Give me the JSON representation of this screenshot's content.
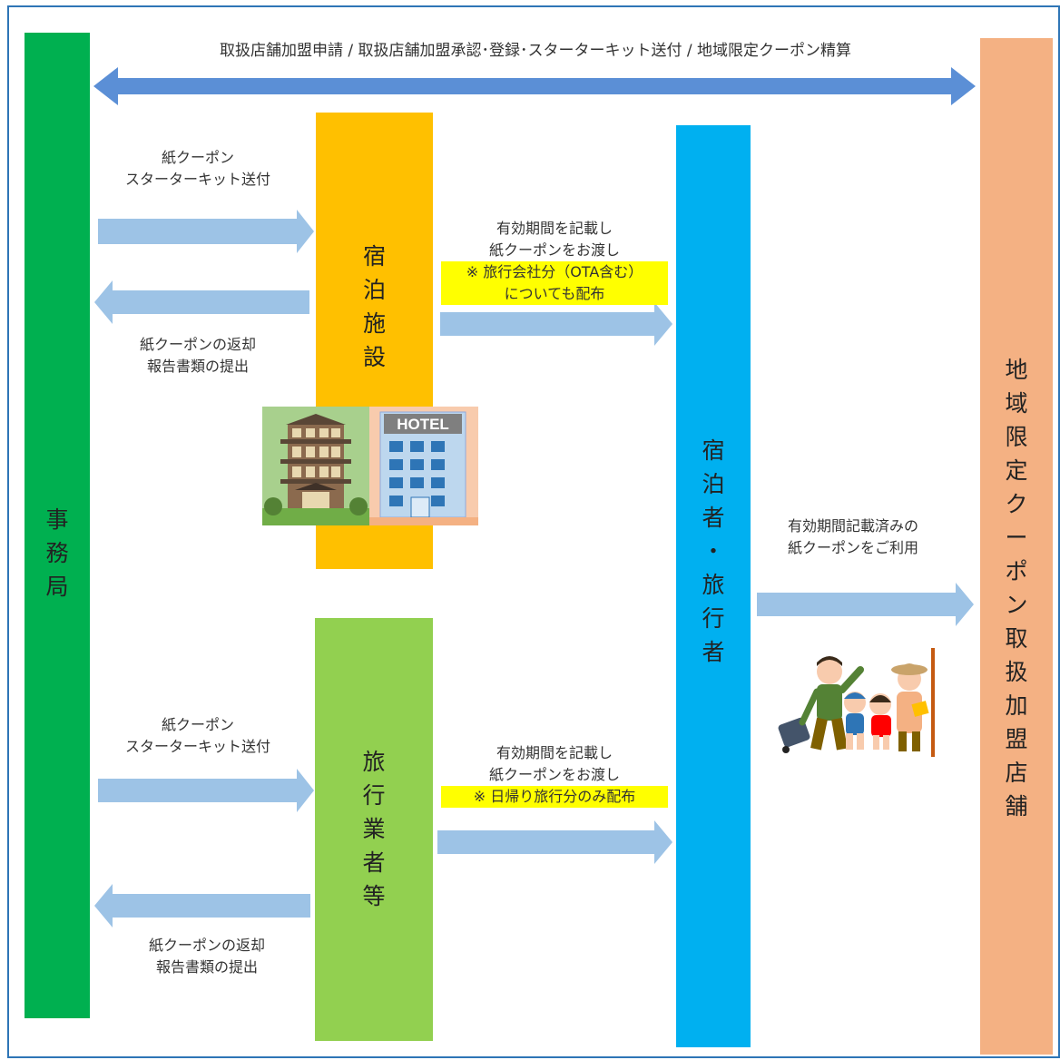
{
  "top_banner": "取扱店舗加盟申請 / 取扱店舗加盟承認･登録･スターターキット送付 / 地域限定クーポン精算",
  "office": {
    "chars": [
      "事",
      "務",
      "局"
    ],
    "color": "#00b050"
  },
  "lodging": {
    "chars": [
      "宿",
      "泊",
      "施",
      "設"
    ],
    "color": "#ffc000"
  },
  "agency": {
    "chars": [
      "旅",
      "行",
      "業",
      "者",
      "等"
    ],
    "color": "#92d050"
  },
  "traveler": {
    "chars": [
      "宿",
      "泊",
      "者",
      "・",
      "旅",
      "行",
      "者"
    ],
    "color": "#00b0f0"
  },
  "stores": {
    "chars": [
      "地",
      "域",
      "限",
      "定",
      "ク",
      "ー",
      "ポ",
      "ン",
      "取",
      "扱",
      "加",
      "盟",
      "店",
      "舗"
    ],
    "color": "#f4b183"
  },
  "lodging_send": [
    "紙クーポン",
    "スターターキット送付"
  ],
  "lodging_return": [
    "紙クーポンの返却",
    "報告書類の提出"
  ],
  "lodging_distribute": [
    "有効期間を記載し",
    "紙クーポンをお渡し"
  ],
  "lodging_note": [
    "※ 旅行会社分（OTA含む）",
    "についても配布"
  ],
  "agency_send": [
    "紙クーポン",
    "スターターキット送付"
  ],
  "agency_return": [
    "紙クーポンの返却",
    "報告書類の提出"
  ],
  "agency_distribute": [
    "有効期間を記載し",
    "紙クーポンをお渡し"
  ],
  "agency_note": "※ 日帰り旅行分のみ配布",
  "traveler_use": [
    "有効期間記載済みの",
    "紙クーポンをご利用"
  ],
  "hotel_sign": "HOTEL",
  "colors": {
    "arrow": "#9dc3e6",
    "banner_arrow": "#5b8fd6",
    "highlight": "#ffff00",
    "frame": "#2e75b6"
  }
}
